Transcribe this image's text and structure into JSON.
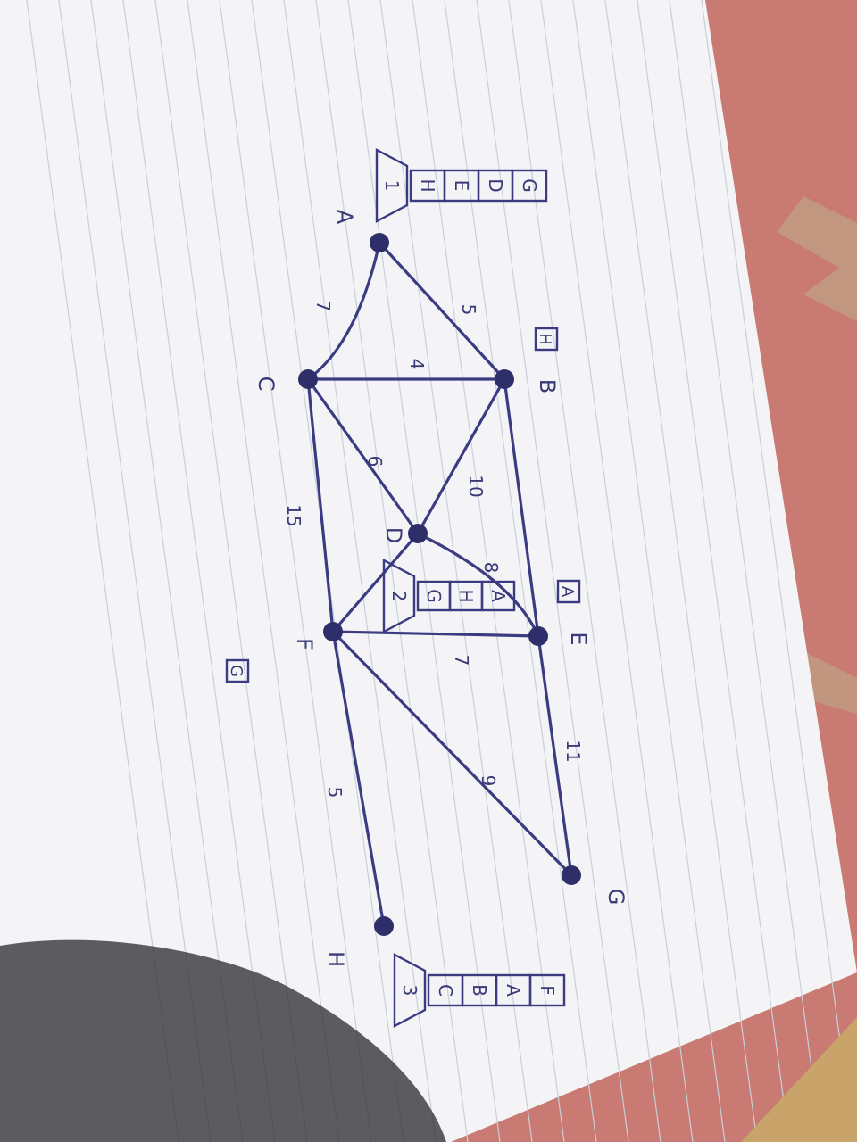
{
  "colors": {
    "paper": "#f4f4f6",
    "ink": "#3b3b82",
    "rule_line": "#c9ced9",
    "cloth": "#c97a72"
  },
  "nodes": [
    {
      "id": "A",
      "label": "A"
    },
    {
      "id": "B",
      "label": "B"
    },
    {
      "id": "C",
      "label": "C"
    },
    {
      "id": "D",
      "label": "D"
    },
    {
      "id": "E",
      "label": "E"
    },
    {
      "id": "F",
      "label": "F"
    },
    {
      "id": "G",
      "label": "G"
    },
    {
      "id": "H",
      "label": "H"
    }
  ],
  "edges": [
    {
      "from": "A",
      "to": "B",
      "weight": "5"
    },
    {
      "from": "A",
      "to": "C",
      "weight": "7"
    },
    {
      "from": "B",
      "to": "C",
      "weight": "4"
    },
    {
      "from": "B",
      "to": "D",
      "weight": "10"
    },
    {
      "from": "C",
      "to": "D",
      "weight": "6"
    },
    {
      "from": "D",
      "to": "E",
      "weight": "8"
    },
    {
      "from": "B",
      "to": "E",
      "weight": ""
    },
    {
      "from": "D",
      "to": "F",
      "weight": ""
    },
    {
      "from": "C",
      "to": "F",
      "weight": "15"
    },
    {
      "from": "F",
      "to": "E",
      "weight": "7"
    },
    {
      "from": "E",
      "to": "G",
      "weight": "11"
    },
    {
      "from": "F",
      "to": "G",
      "weight": "9"
    },
    {
      "from": "F",
      "to": "H",
      "weight": "5"
    }
  ],
  "node_annotations": [
    {
      "node": "B",
      "text": "H"
    },
    {
      "node": "E",
      "text": "A"
    },
    {
      "node": "F",
      "text": "G"
    }
  ],
  "stacks": [
    {
      "id": "stack-1",
      "cells": [
        "G",
        "D",
        "E",
        "H"
      ],
      "base": "1"
    },
    {
      "id": "stack-2",
      "cells": [
        "A",
        "H",
        "G"
      ],
      "base": "2"
    },
    {
      "id": "stack-3",
      "cells": [
        "F",
        "A",
        "B",
        "C"
      ],
      "base": "3"
    }
  ]
}
